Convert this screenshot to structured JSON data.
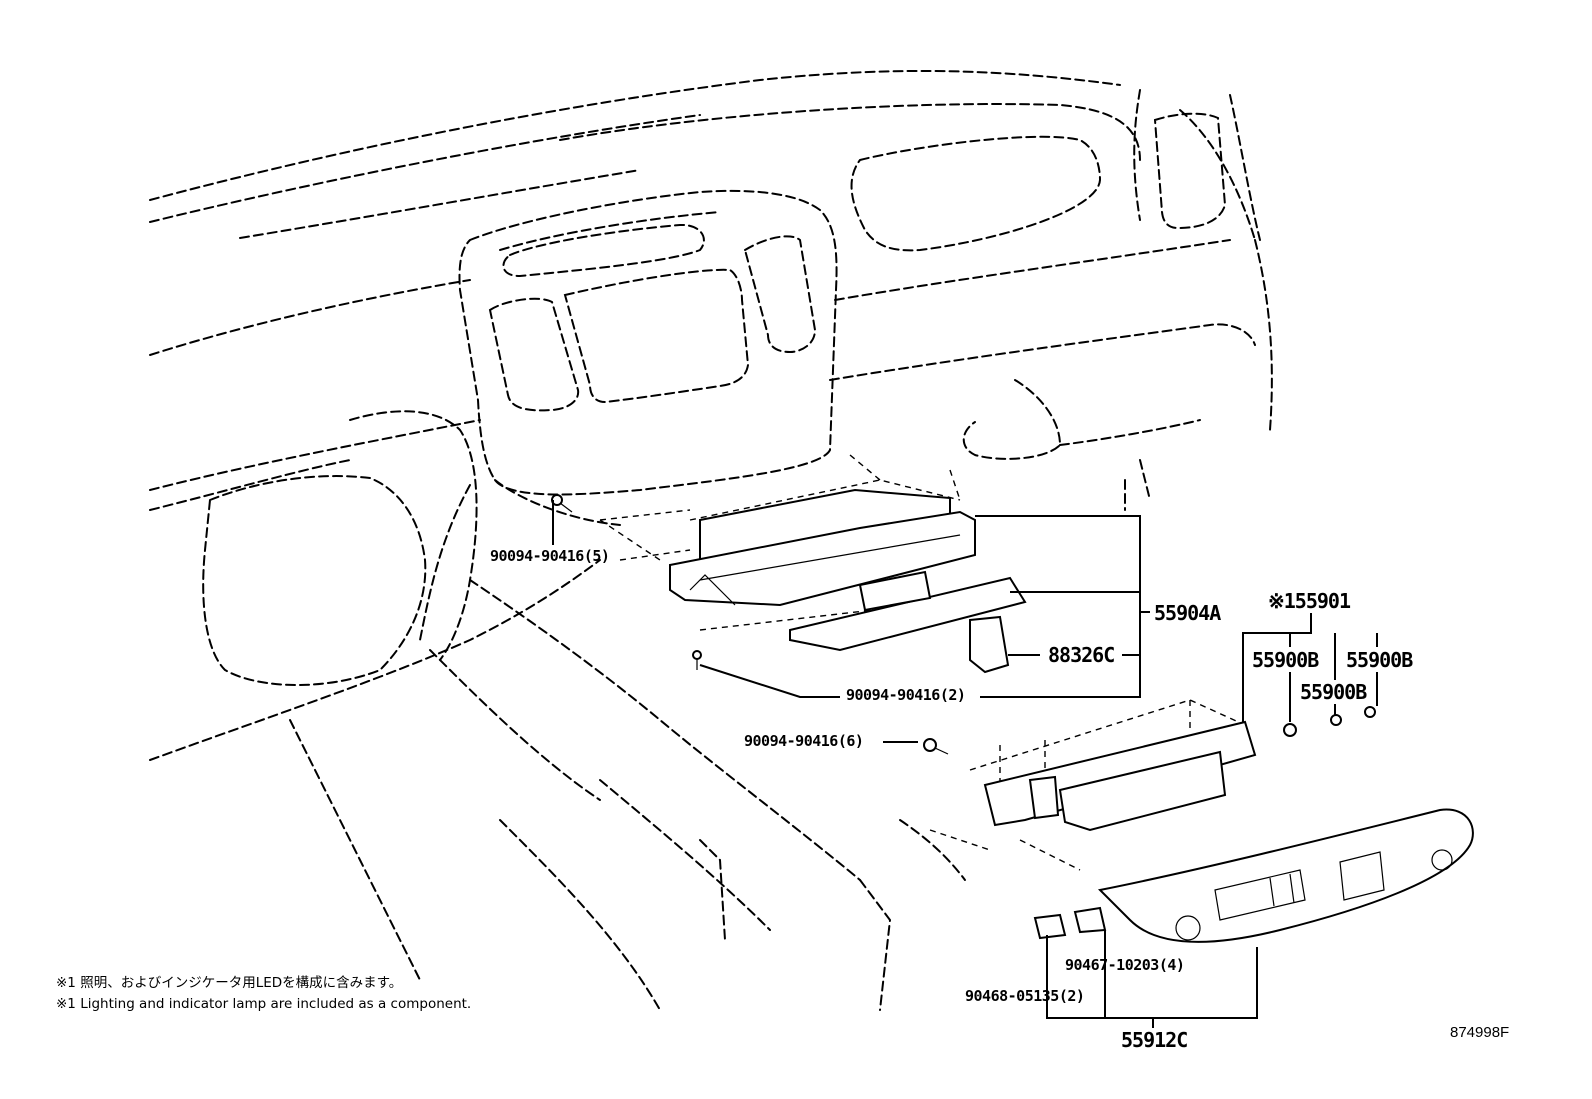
{
  "labels": {
    "p55904A": "55904A",
    "p55901": "※155901",
    "p55900B_1": "55900B",
    "p55900B_2": "55900B",
    "p55900B_3": "55900B",
    "p88326C": "88326C",
    "p90094_90416_5": "90094-90416(5)",
    "p90094_90416_2": "90094-90416(2)",
    "p90094_90416_6": "90094-90416(6)",
    "p90467_10203_4": "90467-10203(4)",
    "p90468_05135_2": "90468-05135(2)",
    "p55912C": "55912C"
  },
  "notes": {
    "jp": "※1 照明、およびインジケータ用LEDを構成に含みます。",
    "en": "※1 Lighting and indicator lamp are included as a component."
  },
  "figure_number": "874998F"
}
